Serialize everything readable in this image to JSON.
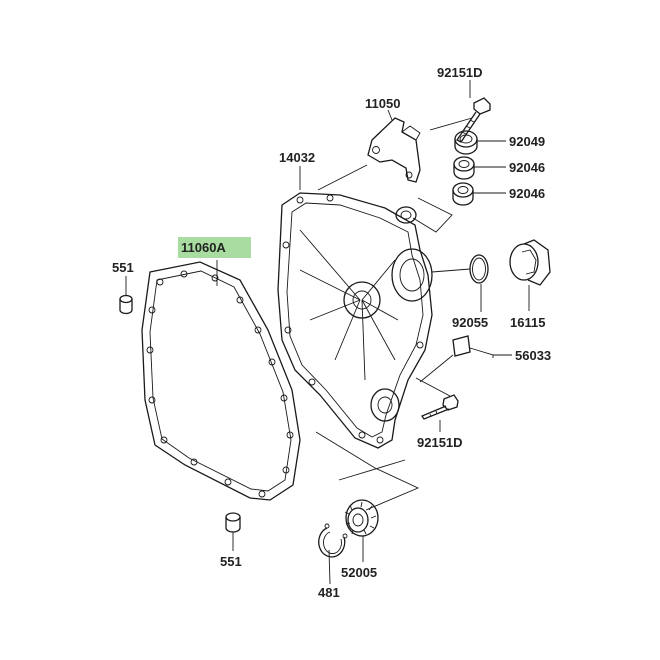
{
  "highlight_color": "#a8dca0",
  "part_numbers": {
    "p92151d_top": "92151D",
    "p11050": "11050",
    "p92049": "92049",
    "p92046_a": "92046",
    "p92046_b": "92046",
    "p14032": "14032",
    "p11060a": "11060A",
    "p551_top": "551",
    "p92055": "92055",
    "p16115": "16115",
    "p56033": "56033",
    "p92151d_bottom": "92151D",
    "p551_bottom": "551",
    "p52005": "52005",
    "p481": "481"
  }
}
